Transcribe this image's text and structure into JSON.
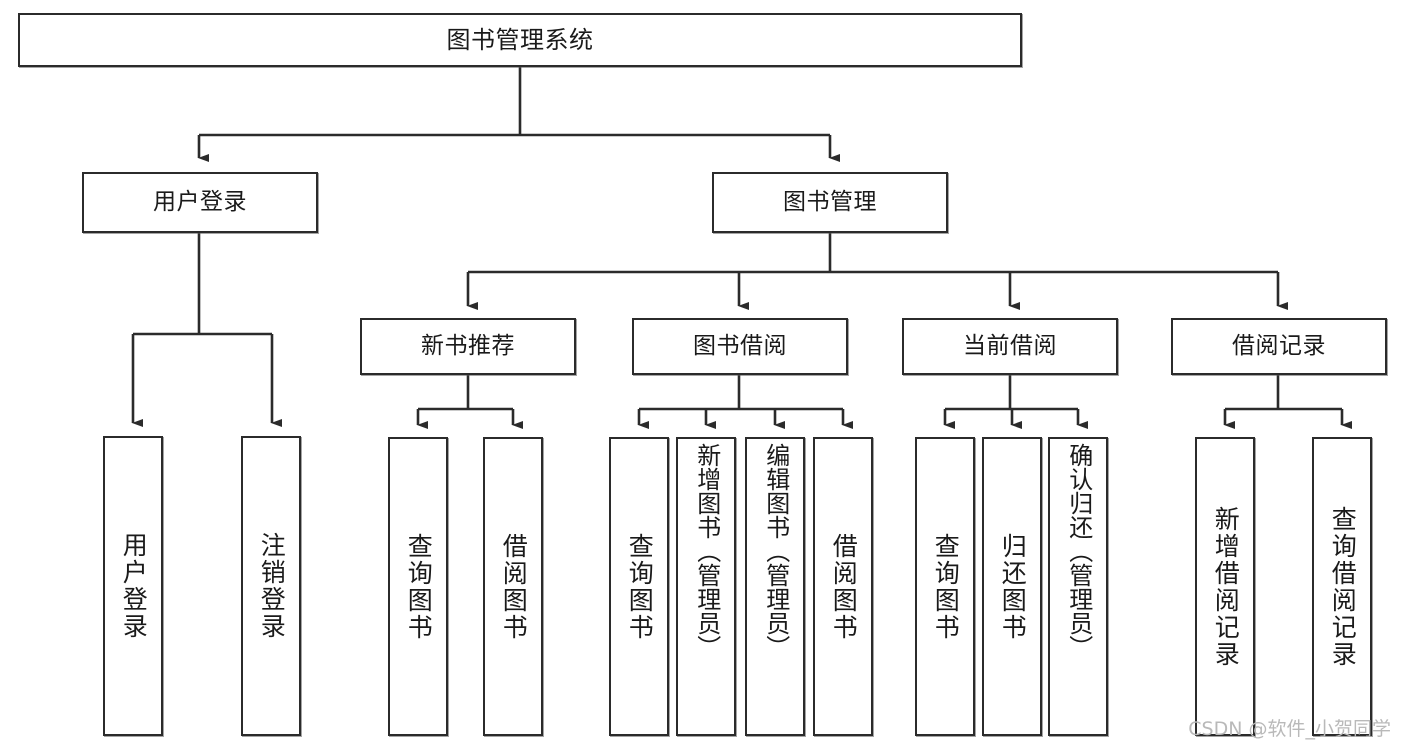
{
  "diagram": {
    "title": "图书管理系统",
    "type": "tree",
    "watermark": "CSDN @软件_小贺同学",
    "colors": {
      "stroke": "#2b2b2b",
      "fill": "#ffffff",
      "text": "#1a1a1a",
      "watermark": "#b9b9b9"
    },
    "levels": {
      "root": {
        "label": "图书管理系统"
      },
      "level2": [
        {
          "id": "user-login",
          "label": "用户登录"
        },
        {
          "id": "book-management",
          "label": "图书管理"
        }
      ],
      "level3": [
        {
          "id": "new-book-recommend",
          "label": "新书推荐",
          "parent": "book-management"
        },
        {
          "id": "book-borrow",
          "label": "图书借阅",
          "parent": "book-management"
        },
        {
          "id": "current-borrow",
          "label": "当前借阅",
          "parent": "book-management"
        },
        {
          "id": "borrow-record",
          "label": "借阅记录",
          "parent": "book-management"
        }
      ],
      "leaves": [
        {
          "id": "leaf-user-login",
          "label": "用户登录",
          "parent": "user-login"
        },
        {
          "id": "leaf-logout-login",
          "label": "注销登录",
          "parent": "user-login"
        },
        {
          "id": "leaf-query-book-1",
          "label": "查询图书",
          "parent": "new-book-recommend"
        },
        {
          "id": "leaf-borrow-book-1",
          "label": "借阅图书",
          "parent": "new-book-recommend"
        },
        {
          "id": "leaf-query-book-2",
          "label": "查询图书",
          "parent": "book-borrow"
        },
        {
          "id": "leaf-add-book",
          "label": "新增图书（管理员）",
          "parent": "book-borrow"
        },
        {
          "id": "leaf-edit-book",
          "label": "编辑图书（管理员）",
          "parent": "book-borrow"
        },
        {
          "id": "leaf-borrow-book-2",
          "label": "借阅图书",
          "parent": "book-borrow"
        },
        {
          "id": "leaf-query-book-3",
          "label": "查询图书",
          "parent": "current-borrow"
        },
        {
          "id": "leaf-return-book",
          "label": "归还图书",
          "parent": "current-borrow"
        },
        {
          "id": "leaf-confirm-return",
          "label": "确认归还（管理员）",
          "parent": "current-borrow"
        },
        {
          "id": "leaf-add-record",
          "label": "新增借阅记录",
          "parent": "borrow-record"
        },
        {
          "id": "leaf-query-record",
          "label": "查询借阅记录",
          "parent": "borrow-record"
        }
      ]
    }
  }
}
